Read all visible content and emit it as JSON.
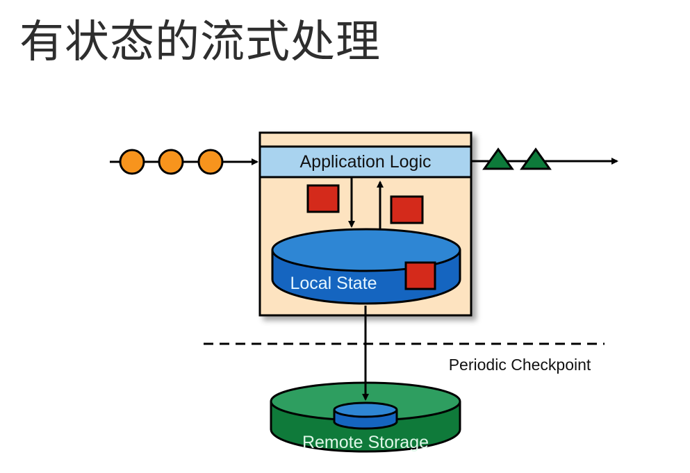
{
  "title": "有状态的流式处理",
  "diagram": {
    "app_logic_label": "Application Logic",
    "local_state_label": "Local State",
    "checkpoint_label": "Periodic Checkpoint",
    "remote_storage_label": "Remote Storage",
    "input_events": 3,
    "output_events": 2,
    "colors": {
      "input_event": "#f7941d",
      "output_event": "#0d7a3a",
      "state_item": "#d42a1b",
      "operator_bg": "#fde3c0",
      "app_logic_bg": "#a9d3ef",
      "local_state": "#1f6fc8",
      "remote_storage": "#1c8a4a"
    }
  }
}
